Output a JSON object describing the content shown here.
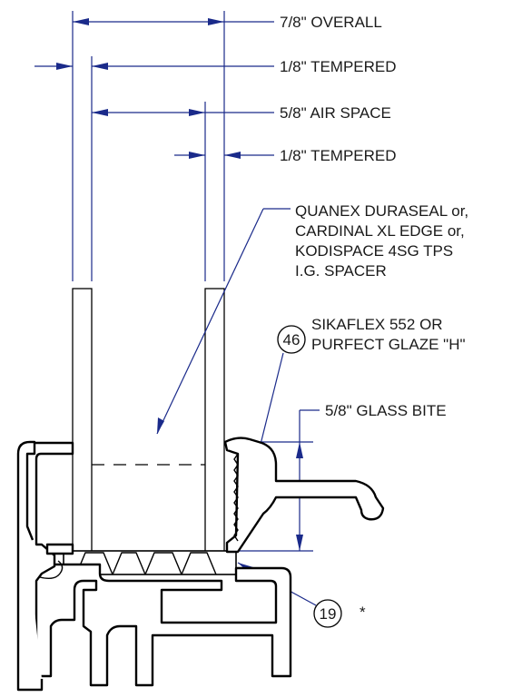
{
  "dimensions": {
    "overall": "7/8\"  OVERALL",
    "tempered_outer": "1/8\"  TEMPERED",
    "air_space": "5/8\"  AIR SPACE",
    "tempered_inner": "1/8\"  TEMPERED",
    "glass_bite": "5/8\"  GLASS BITE"
  },
  "notes": {
    "spacer": [
      "QUANEX DURASEAL or,",
      "CARDINAL XL EDGE or,",
      "KODISPACE 4SG TPS",
      "I.G. SPACER"
    ],
    "sealant": [
      "SIKAFLEX 552 OR",
      "PURFECT GLAZE \"H\""
    ]
  },
  "callouts": {
    "sealant_ref": "46",
    "setting_block_ref": "19",
    "setting_block_mark": "*"
  }
}
